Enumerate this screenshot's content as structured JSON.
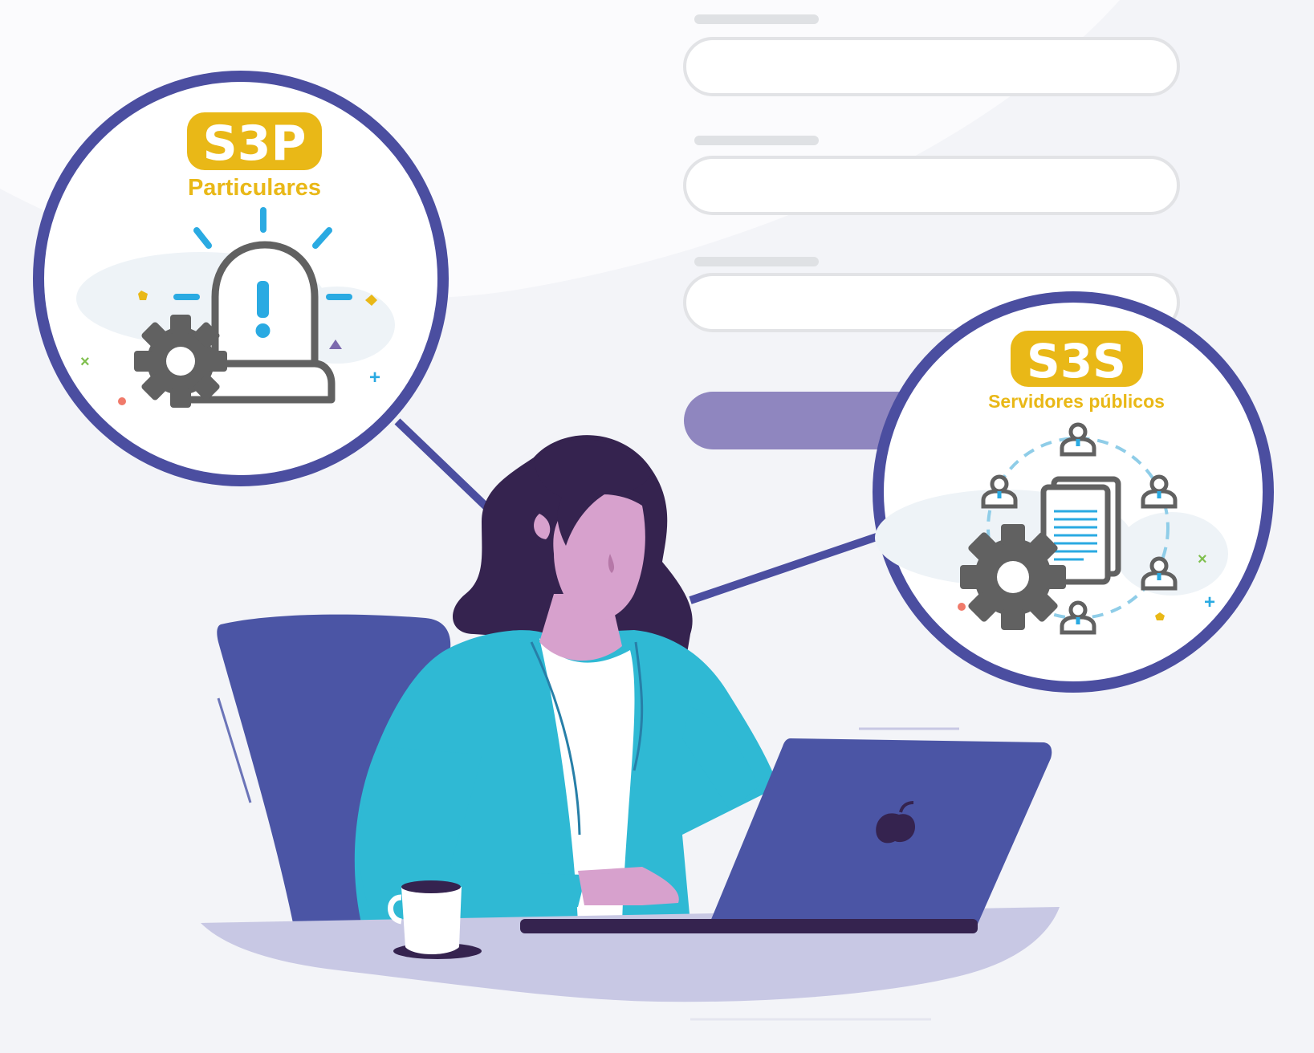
{
  "s3p": {
    "badge": "S3P",
    "label": "Particulares"
  },
  "s3s": {
    "badge": "S3S",
    "label": "Servidores públicos"
  },
  "colors": {
    "background": "#f3f4f8",
    "accent_yellow": "#e9b817",
    "circle_border": "#4b4ea0",
    "icon_blue": "#2aaae2",
    "gear_gray": "#616161",
    "jacket_teal": "#2fb9d4",
    "hair_dark": "#35234f",
    "skin_pink": "#d7a1cd",
    "chair_laptop": "#4b55a5",
    "desk_lilac": "#c8c8e4",
    "button_purple": "#8f86bf"
  },
  "icons": [
    "alarm-siren-icon",
    "gear-icon",
    "documents-icon",
    "person-icon",
    "apple-logo-icon"
  ]
}
